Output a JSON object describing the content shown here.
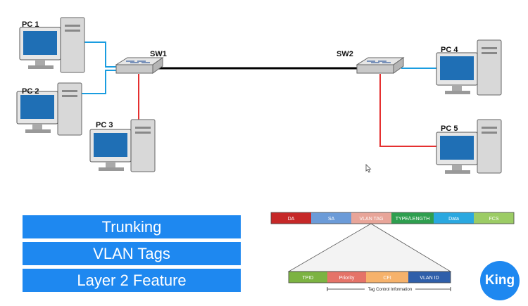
{
  "network": {
    "pcs": [
      {
        "label": "PC 1"
      },
      {
        "label": "PC 2"
      },
      {
        "label": "PC 3"
      },
      {
        "label": "PC 4"
      },
      {
        "label": "PC 5"
      }
    ],
    "switches": [
      {
        "label": "SW1"
      },
      {
        "label": "SW2"
      }
    ],
    "link_colors": {
      "blue_vlan": "#1a9de0",
      "red_vlan": "#e53030",
      "trunk": "#000000"
    }
  },
  "features": [
    {
      "label": "Trunking"
    },
    {
      "label": "VLAN Tags"
    },
    {
      "label": "Layer 2 Feature"
    }
  ],
  "frame": {
    "fields": [
      {
        "label": "DA",
        "color": "#c62828"
      },
      {
        "label": "SA",
        "color": "#6b9bd8"
      },
      {
        "label": "VLAN TAG",
        "color": "#e8a599"
      },
      {
        "label": "TYPE/LENGTH",
        "color": "#2e9e4f"
      },
      {
        "label": "Data",
        "color": "#2aa8e0"
      },
      {
        "label": "FCS",
        "color": "#9ccc65"
      }
    ],
    "tag_fields": [
      {
        "label": "TPID",
        "color": "#7cb342"
      },
      {
        "label": "Priority",
        "color": "#e57368"
      },
      {
        "label": "CFI",
        "color": "#f6b26b"
      },
      {
        "label": "VLAN ID",
        "color": "#2f5faa"
      }
    ],
    "tci_label": "Tag Control Information"
  },
  "logo": {
    "text": "King",
    "color": "#1e88f0"
  }
}
